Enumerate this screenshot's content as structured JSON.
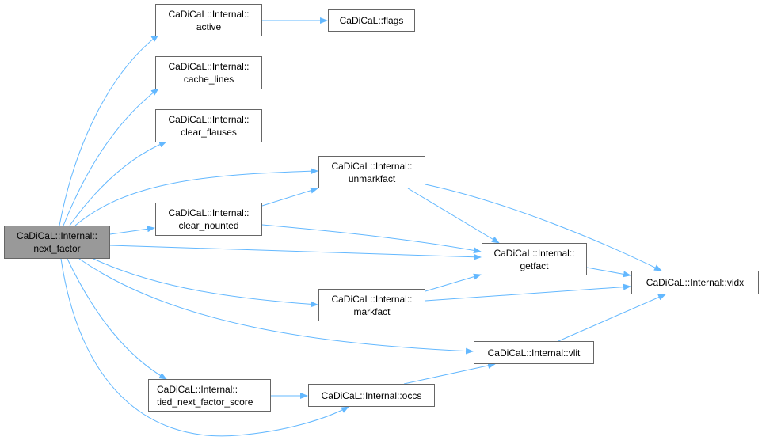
{
  "nodes": {
    "next_factor": [
      "CaDiCaL::Internal::",
      "next_factor"
    ],
    "active": [
      "CaDiCaL::Internal::",
      "active"
    ],
    "flags": [
      "CaDiCaL::flags",
      ""
    ],
    "cache_lines": [
      "CaDiCaL::Internal::",
      "cache_lines"
    ],
    "clear_flauses": [
      "CaDiCaL::Internal::",
      "clear_flauses"
    ],
    "unmarkfact": [
      "CaDiCaL::Internal::",
      "unmarkfact"
    ],
    "clear_nounted": [
      "CaDiCaL::Internal::",
      "clear_nounted"
    ],
    "getfact": [
      "CaDiCaL::Internal::",
      "getfact"
    ],
    "vidx": [
      "CaDiCaL::Internal::vidx",
      ""
    ],
    "markfact": [
      "CaDiCaL::Internal::",
      "markfact"
    ],
    "vlit": [
      "CaDiCaL::Internal::vlit",
      ""
    ],
    "tied_next_factor_score": [
      "CaDiCaL::Internal::",
      "tied_next_factor_score"
    ],
    "occs": [
      "CaDiCaL::Internal::occs",
      ""
    ]
  },
  "colors": {
    "edge": "#63b8ff",
    "root_fill": "#999999",
    "border": "#666666"
  }
}
